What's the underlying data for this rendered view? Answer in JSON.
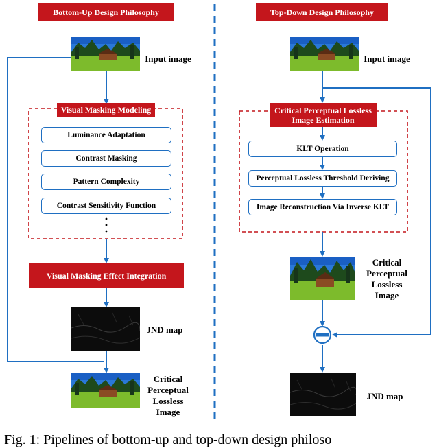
{
  "left": {
    "header": "Bottom-Up Design Philosophy",
    "input_label": "Input image",
    "modeling_title": "Visual Masking Modeling",
    "modules": [
      "Luminance Adaptation",
      "Contrast Masking",
      "Pattern Complexity",
      "Contrast Sensitivity Function"
    ],
    "integration": "Visual Masking Effect Integration",
    "jnd_label": "JND map",
    "output_label": [
      "Critical",
      "Perceptual",
      "Lossless",
      "Image"
    ]
  },
  "right": {
    "header": "Top-Down Design Philosophy",
    "input_label": "Input image",
    "estimation_title": [
      "Critical Perceptual Lossless",
      "Image Estimation"
    ],
    "steps": [
      "KLT Operation",
      "Perceptual Lossless Threshold Deriving",
      "Image Reconstruction Via Inverse KLT"
    ],
    "output_label": [
      "Critical",
      "Perceptual",
      "Lossless",
      "Image"
    ],
    "jnd_label": "JND map"
  },
  "colors": {
    "red": "#c4161c",
    "blue": "#1f6fc2",
    "divider": "#1f6fc2"
  },
  "caption": "Fig. 1: Pipelines of bottom-up and top-down design philoso"
}
